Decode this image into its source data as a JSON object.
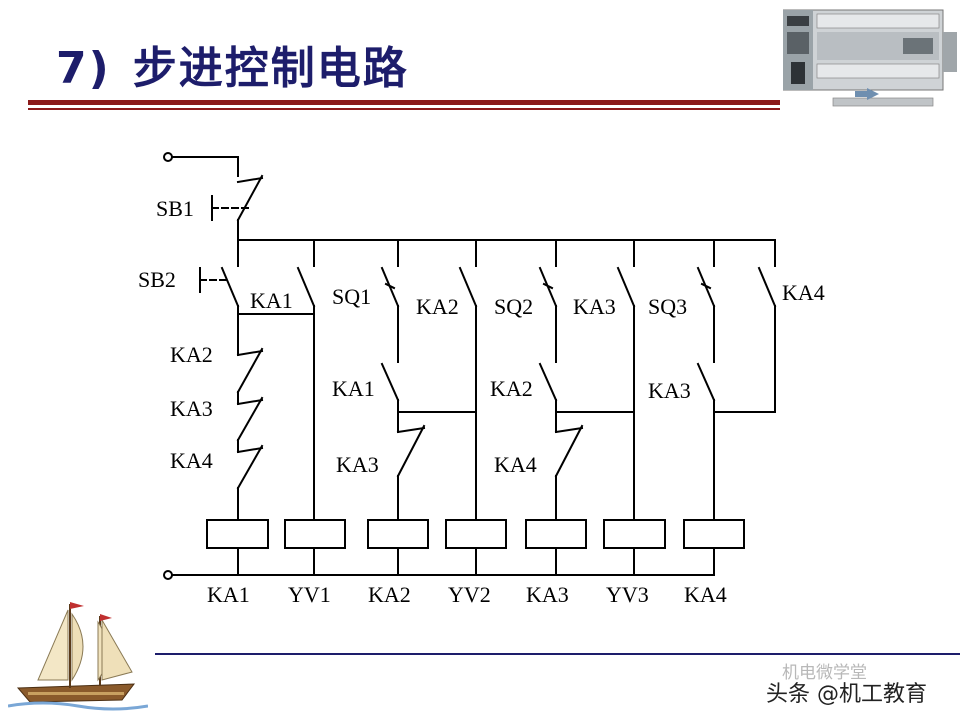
{
  "slide": {
    "number": "7)",
    "title": "步进控制电路"
  },
  "watermark": {
    "line1": "机电微学堂",
    "line2": "头条 @机工教育"
  },
  "diagram": {
    "contacts": {
      "sb1": "SB1",
      "sb2": "SB2",
      "ka1_hold": "KA1",
      "ka2_nc": "KA2",
      "ka3_nc": "KA3",
      "ka4_nc": "KA4",
      "sq1": "SQ1",
      "ka1_no": "KA1",
      "ka3_nc_b": "KA3",
      "ka2_hold": "KA2",
      "sq2": "SQ2",
      "ka2_no": "KA2",
      "ka4_nc_b": "KA4",
      "ka3_hold": "KA3",
      "sq3": "SQ3",
      "ka3_no": "KA3",
      "ka4_hold": "KA4"
    },
    "coils": [
      "KA1",
      "YV1",
      "KA2",
      "YV2",
      "KA3",
      "YV3",
      "KA4"
    ]
  },
  "colors": {
    "title": "#1d1d6b",
    "rule_top": "#8b1a1a",
    "rule_bottom": "#1d1d6b",
    "wire": "#000000"
  },
  "icons": [
    "plc-module-image",
    "sailboat-image"
  ]
}
